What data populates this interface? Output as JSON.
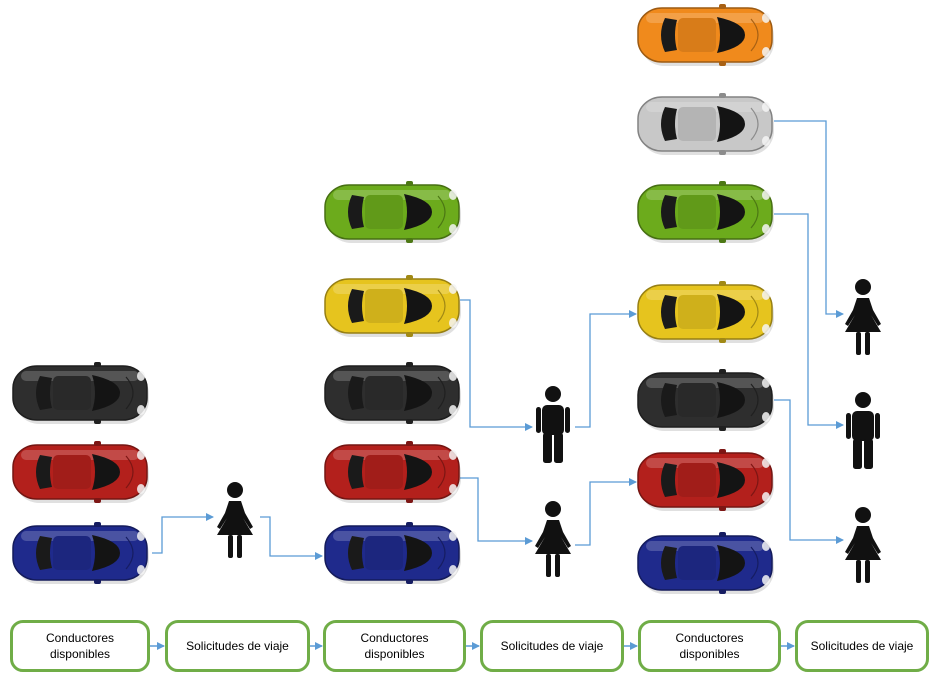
{
  "colors": {
    "connector": "#5b9bd5",
    "box_border": "#70ad47",
    "person": "#111111",
    "car_body": {
      "blue": "#1f2a8c",
      "red": "#b3201c",
      "black": "#2e2e2e",
      "yellow": "#e6c41e",
      "green": "#6cab1c",
      "silver": "#c8c8c8",
      "orange": "#f08a1c"
    }
  },
  "stages": [
    {
      "kind": "drivers",
      "label_lines": [
        "Conductores",
        "disponibles"
      ],
      "cars": [
        "black",
        "red",
        "blue"
      ]
    },
    {
      "kind": "requests",
      "label_lines": [
        "Solicitudes de viaje"
      ],
      "passengers": [
        "female"
      ]
    },
    {
      "kind": "drivers",
      "label_lines": [
        "Conductores",
        "disponibles"
      ],
      "cars": [
        "green",
        "yellow",
        "black",
        "red",
        "blue"
      ]
    },
    {
      "kind": "requests",
      "label_lines": [
        "Solicitudes de viaje"
      ],
      "passengers": [
        "male",
        "female"
      ]
    },
    {
      "kind": "drivers",
      "label_lines": [
        "Conductores",
        "disponibles"
      ],
      "cars": [
        "orange",
        "silver",
        "green",
        "yellow",
        "black",
        "red",
        "blue"
      ]
    },
    {
      "kind": "requests",
      "label_lines": [
        "Solicitudes de viaje"
      ],
      "passengers": [
        "female",
        "male",
        "female"
      ]
    }
  ]
}
